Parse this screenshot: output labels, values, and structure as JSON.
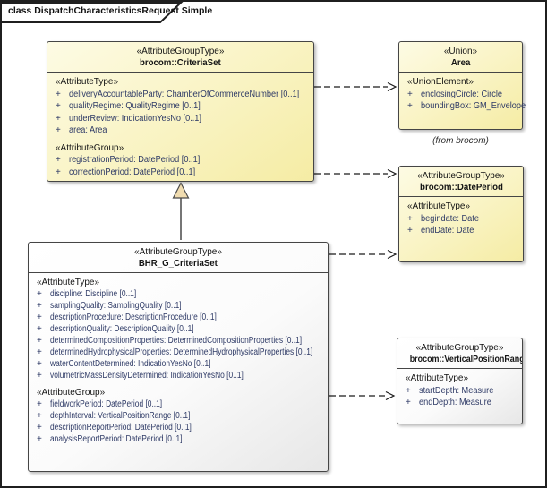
{
  "frame": {
    "title": "class DispatchCharacteristicsRequest Simple"
  },
  "colors": {
    "box_yellow_top": "#fdfbe4",
    "box_yellow_bottom": "#f5eca4",
    "box_grey_top": "#ffffff",
    "box_grey_bottom": "#e7e7e7",
    "box_border": "#454545",
    "attribute_text": "#2e3a66",
    "generalization_triangle_fill": "#f0dcb0",
    "connector_line": "#1a1a1a"
  },
  "classes": [
    {
      "id": "criteriaset",
      "stereotype": "«AttributeGroupType»",
      "name": "brocom::CriteriaSet",
      "groups": [
        {
          "label": "«AttributeType»",
          "rows": [
            {
              "vis": "+",
              "text": "deliveryAccountableParty: ChamberOfCommerceNumber [0..1]"
            },
            {
              "vis": "+",
              "text": "qualityRegime: QualityRegime [0..1]"
            },
            {
              "vis": "+",
              "text": "underReview: IndicationYesNo [0..1]"
            },
            {
              "vis": "+",
              "text": "area: Area"
            }
          ]
        },
        {
          "label": "«AttributeGroup»",
          "rows": [
            {
              "vis": "+",
              "text": "registrationPeriod: DatePeriod [0..1]"
            },
            {
              "vis": "+",
              "text": "correctionPeriod: DatePeriod [0..1]"
            }
          ]
        }
      ]
    },
    {
      "id": "area",
      "stereotype": "«Union»",
      "name": "Area",
      "caption": "(from brocom)",
      "groups": [
        {
          "label": "«UnionElement»",
          "rows": [
            {
              "vis": "+",
              "text": "enclosingCircle: Circle"
            },
            {
              "vis": "+",
              "text": "boundingBox: GM_Envelope"
            }
          ]
        }
      ]
    },
    {
      "id": "dateperiod",
      "stereotype": "«AttributeGroupType»",
      "name": "brocom::DatePeriod",
      "groups": [
        {
          "label": "«AttributeType»",
          "rows": [
            {
              "vis": "+",
              "text": "begindate: Date"
            },
            {
              "vis": "+",
              "text": "endDate: Date"
            }
          ]
        }
      ]
    },
    {
      "id": "bhr",
      "stereotype": "«AttributeGroupType»",
      "name": "BHR_G_CriteriaSet",
      "groups": [
        {
          "label": "«AttributeType»",
          "rows": [
            {
              "vis": "+",
              "text": "discipline: Discipline [0..1]"
            },
            {
              "vis": "+",
              "text": "samplingQuality: SamplingQuality [0..1]"
            },
            {
              "vis": "+",
              "text": "descriptionProcedure: DescriptionProcedure [0..1]"
            },
            {
              "vis": "+",
              "text": "descriptionQuality: DescriptionQuality [0..1]"
            },
            {
              "vis": "+",
              "text": "determinedCompositionProperties: DeterminedCompositionProperties [0..1]"
            },
            {
              "vis": "+",
              "text": "determinedHydrophysicalProperties: DeterminedHydrophysicalProperties [0..1]"
            },
            {
              "vis": "+",
              "text": "waterContentDetermined: IndicationYesNo [0..1]"
            },
            {
              "vis": "+",
              "text": "volumetricMassDensityDetermined: IndicationYesNo [0..1]"
            }
          ]
        },
        {
          "label": "«AttributeGroup»",
          "rows": [
            {
              "vis": "+",
              "text": "fieldworkPeriod: DatePeriod [0..1]"
            },
            {
              "vis": "+",
              "text": "depthInterval: VerticalPositionRange [0..1]"
            },
            {
              "vis": "+",
              "text": "descriptionReportPeriod: DatePeriod [0..1]"
            },
            {
              "vis": "+",
              "text": "analysisReportPeriod: DatePeriod [0..1]"
            }
          ]
        }
      ]
    },
    {
      "id": "vpr",
      "stereotype": "«AttributeGroupType»",
      "name": "brocom::VerticalPositionRange",
      "groups": [
        {
          "label": "«AttributeType»",
          "rows": [
            {
              "vis": "+",
              "text": "startDepth: Measure"
            },
            {
              "vis": "+",
              "text": "endDepth: Measure"
            }
          ]
        }
      ]
    }
  ],
  "relationships": [
    {
      "type": "dependency",
      "from": "brocom::CriteriaSet",
      "to": "Area"
    },
    {
      "type": "dependency",
      "from": "brocom::CriteriaSet",
      "to": "brocom::DatePeriod"
    },
    {
      "type": "generalization",
      "from": "BHR_G_CriteriaSet",
      "to": "brocom::CriteriaSet"
    },
    {
      "type": "dependency",
      "from": "BHR_G_CriteriaSet",
      "to": "brocom::DatePeriod"
    },
    {
      "type": "dependency",
      "from": "BHR_G_CriteriaSet",
      "to": "brocom::VerticalPositionRange"
    }
  ]
}
